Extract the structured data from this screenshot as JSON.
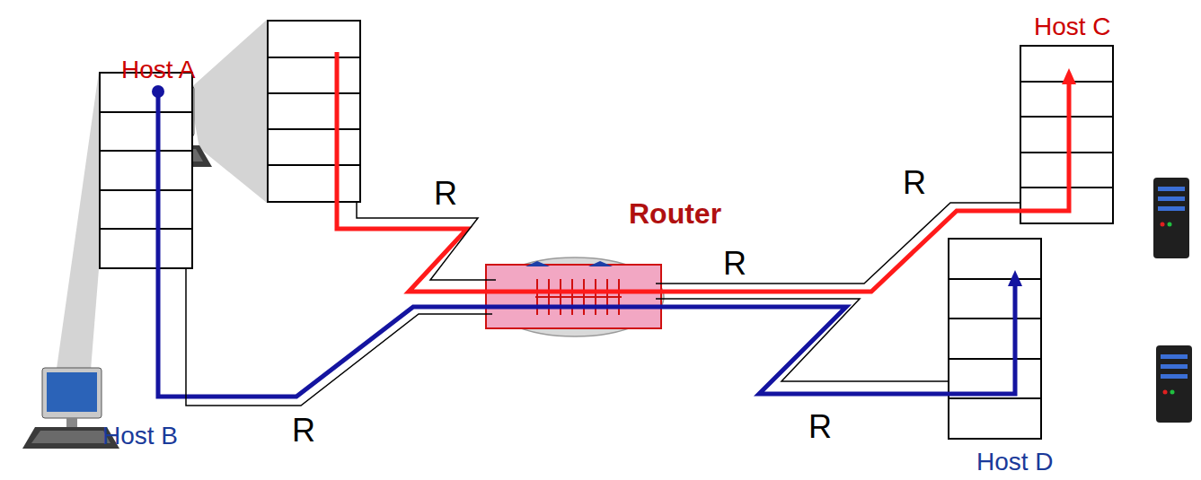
{
  "diagram": {
    "nodes": [
      {
        "text": [
          "Host A"
        ]
      },
      {
        "text": [
          "Host B"
        ]
      },
      {
        "text": [
          "Router"
        ]
      },
      {
        "text": [
          "Host C"
        ]
      },
      {
        "text": [
          "Host D"
        ]
      }
    ],
    "edges": [
      {
        "from": 0,
        "to": 3,
        "arrow": "to"
      },
      {
        "from": 1,
        "to": 4,
        "arrow": "to"
      },
      {
        "from": 0,
        "to": 2,
        "arrow": "none",
        "label": "R"
      },
      {
        "from": 1,
        "to": 2,
        "arrow": "none",
        "label": "R"
      },
      {
        "from": 2,
        "to": 3,
        "arrow": "none",
        "label": "R"
      },
      {
        "from": 2,
        "to": 4,
        "arrow": "none",
        "label": "R"
      }
    ],
    "labels": [
      "R"
    ]
  }
}
